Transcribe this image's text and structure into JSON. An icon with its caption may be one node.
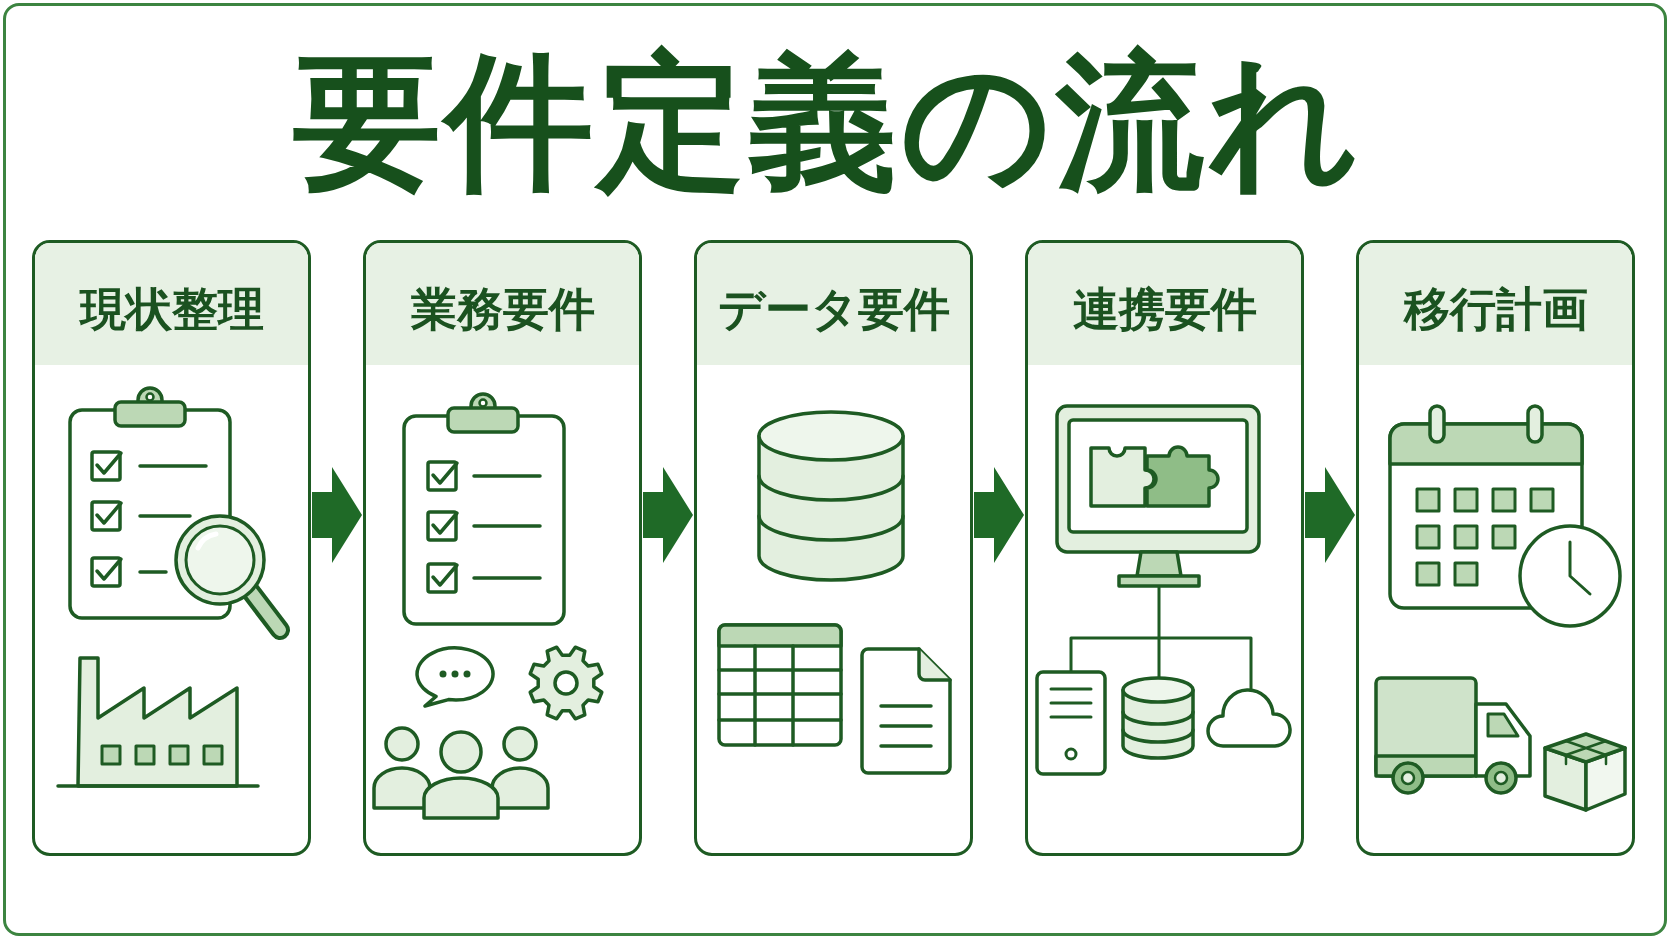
{
  "diagram": {
    "title": "要件定義の流れ",
    "nodes": [
      {
        "text": [
          "現状整理"
        ]
      },
      {
        "text": [
          "業務要件"
        ]
      },
      {
        "text": [
          "データ要件"
        ]
      },
      {
        "text": [
          "連携要件"
        ]
      },
      {
        "text": [
          "移行計画"
        ]
      }
    ],
    "edges": [
      {
        "from": 0,
        "to": 1,
        "arrow": "to"
      },
      {
        "from": 1,
        "to": 2,
        "arrow": "to"
      },
      {
        "from": 2,
        "to": 3,
        "arrow": "to"
      },
      {
        "from": 3,
        "to": 4,
        "arrow": "to"
      }
    ]
  }
}
